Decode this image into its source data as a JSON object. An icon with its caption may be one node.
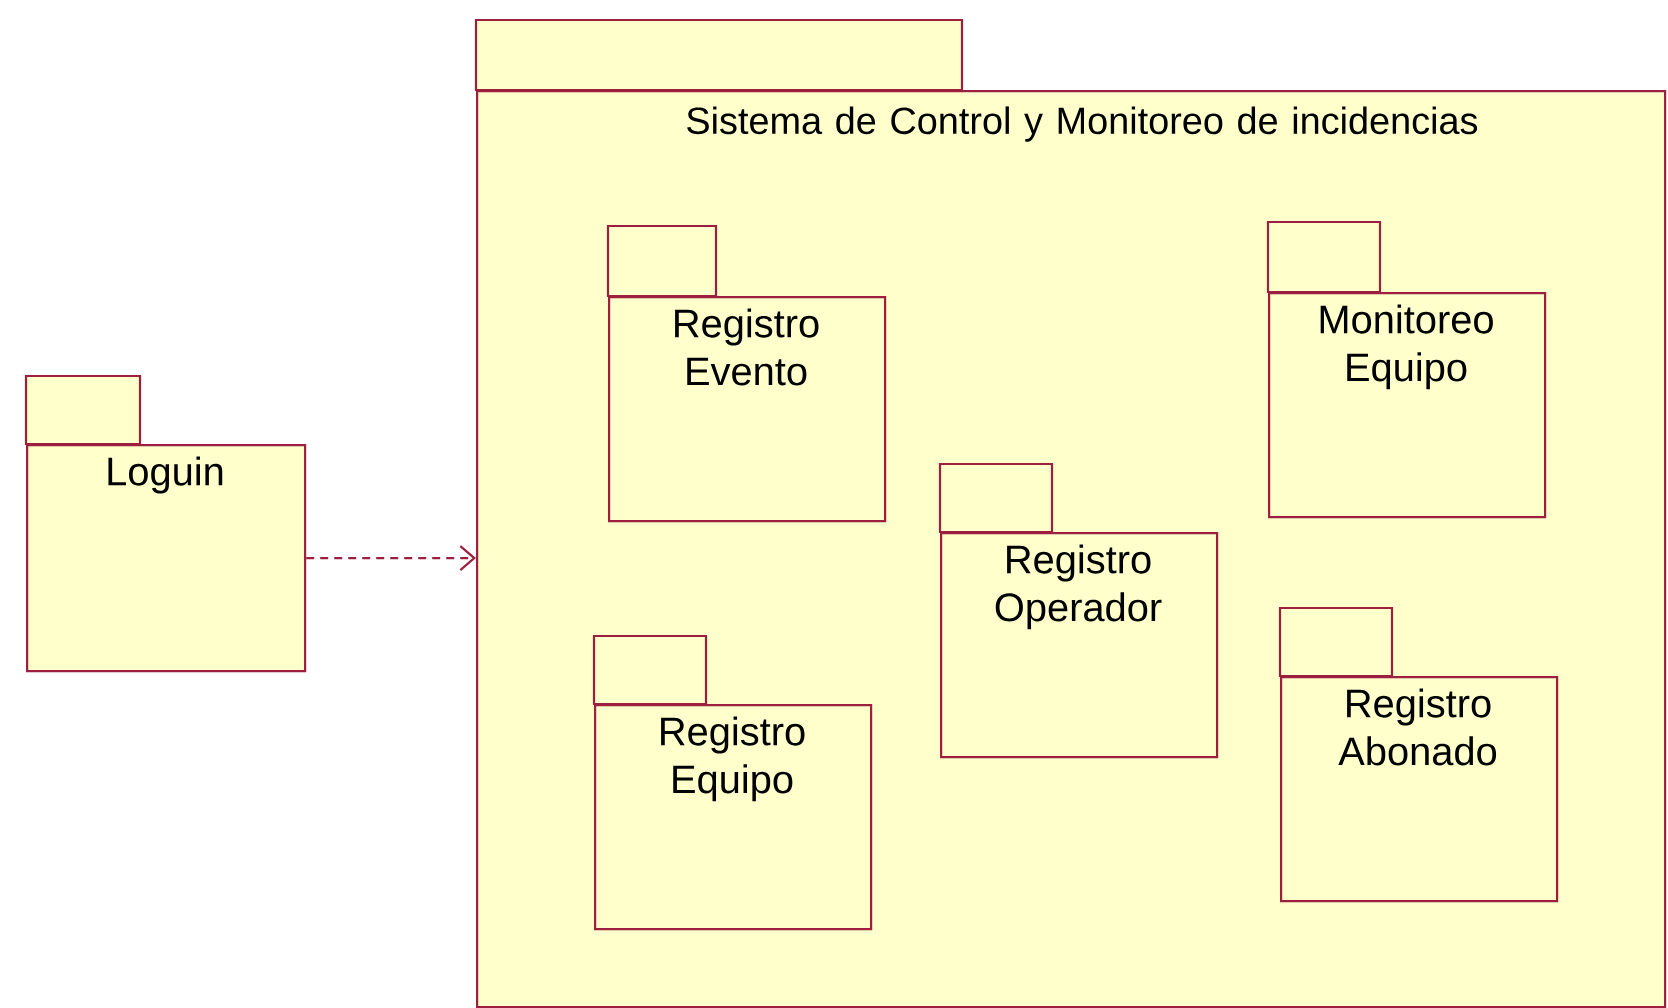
{
  "diagram": {
    "nodes": [
      {
        "text": [
          "Loguin"
        ]
      },
      {
        "text": [
          "Sistema de Control y Monitoreo de incidencias"
        ]
      },
      {
        "text": [
          "Registro Evento"
        ],
        "in": 1
      },
      {
        "text": [
          "Monitoreo Equipo"
        ],
        "in": 1
      },
      {
        "text": [
          "Registro Operador"
        ],
        "in": 1
      },
      {
        "text": [
          "Registro Equipo"
        ],
        "in": 1
      },
      {
        "text": [
          "Registro Abonado"
        ],
        "in": 1
      }
    ],
    "edges": [
      {
        "from": 0,
        "to": 1,
        "arrow": "to",
        "style": "dashed"
      }
    ]
  }
}
